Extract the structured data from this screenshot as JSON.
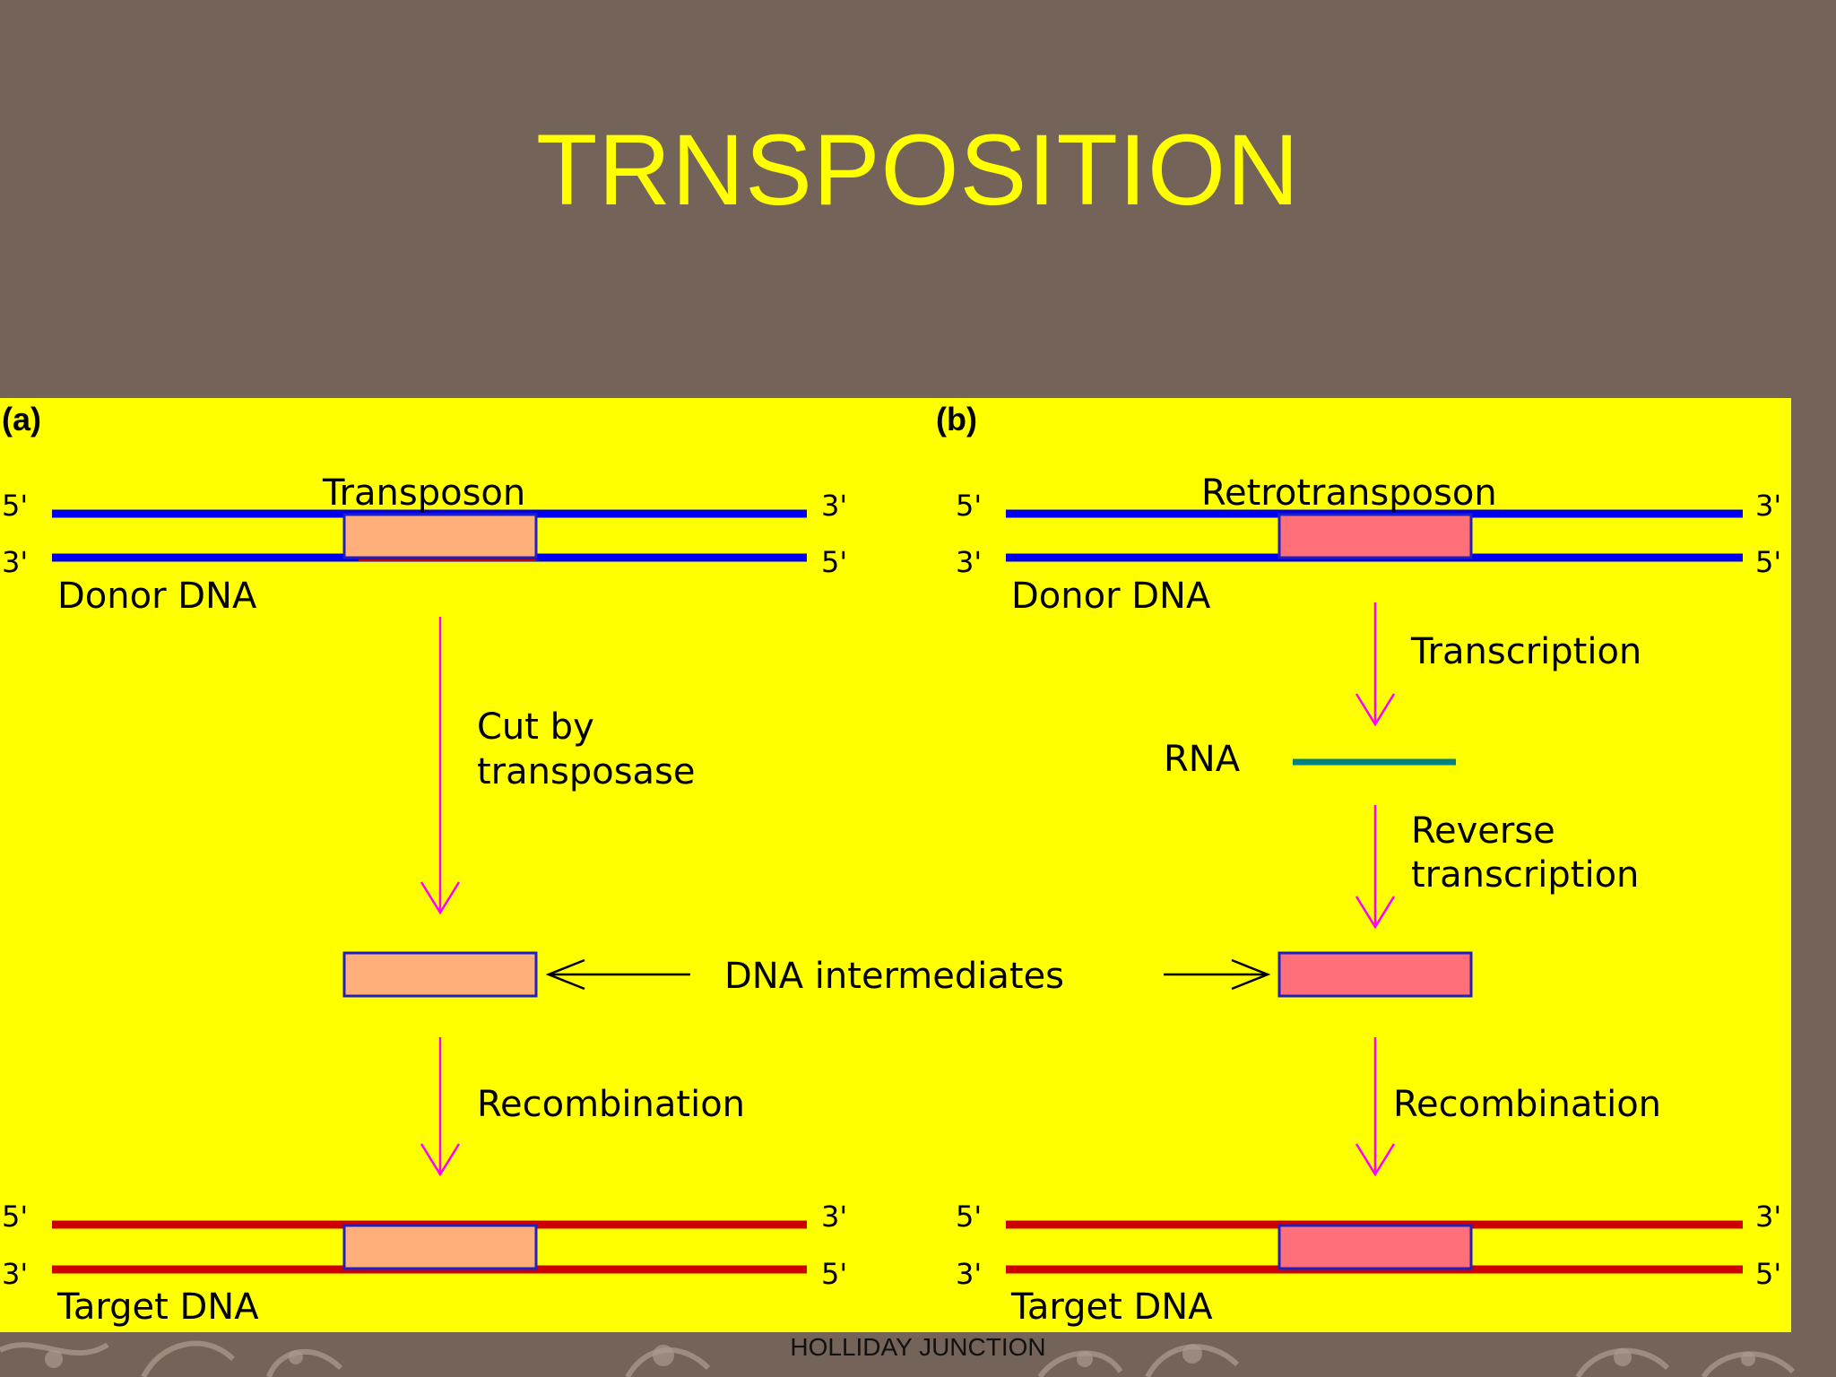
{
  "slide": {
    "title": "TRNSPOSITION",
    "footer": "HOLLIDAY JUNCTION"
  },
  "diagram": {
    "panel_a": {
      "tag": "(a)",
      "element_label": "Transposon",
      "donor_label": "Donor DNA",
      "step1_line1": "Cut by",
      "step1_line2": "transposase",
      "step2": "Recombination",
      "target_label": "Target DNA",
      "ends": {
        "top_left": "5'",
        "top_right": "3'",
        "bottom_left": "3'",
        "bottom_right": "5'"
      }
    },
    "panel_b": {
      "tag": "(b)",
      "element_label": "Retrotransposon",
      "donor_label": "Donor DNA",
      "step1": "Transcription",
      "rna_label": "RNA",
      "step2_line1": "Reverse",
      "step2_line2": "transcription",
      "step3": "Recombination",
      "target_label": "Target DNA",
      "ends": {
        "top_left": "5'",
        "top_right": "3'",
        "bottom_left": "3'",
        "bottom_right": "5'"
      }
    },
    "shared_label": "DNA intermediates",
    "colors": {
      "background": "#736358",
      "title": "#ffff00",
      "panel": "#ffff00",
      "donor_strand": "#0000ee",
      "target_strand": "#cc0000",
      "arrow": "#ff00ff",
      "rna": "#008080",
      "transposon_box": "#ffb07a",
      "retrotransposon_box": "#ff6f7a",
      "box_border": "#2020c0"
    }
  }
}
